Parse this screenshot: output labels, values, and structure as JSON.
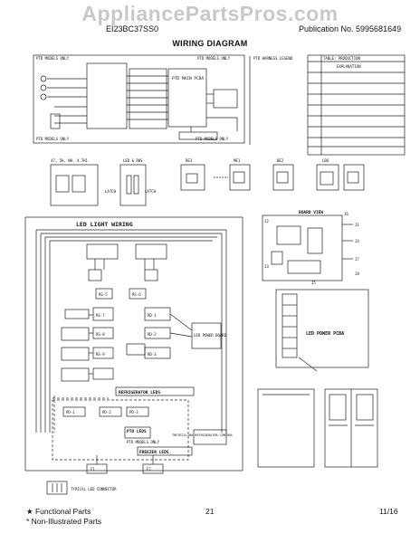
{
  "watermark": "AppliancePartsPros.com",
  "header": {
    "model": "EI23BC37SS0",
    "publication": "Publication No. 5995681649"
  },
  "title": "WIRING DIAGRAM",
  "top_diagram": {
    "zone_left_top": "PTD MODELS ONLY",
    "zone_right_top": "PTD MODELS ONLY",
    "zone_left_bottom": "PTD MODELS ONLY",
    "zone_right_bottom": "PTD MODELS ONLY",
    "board": "PTD MAIN PCBA",
    "cb_title": "PTD HARNESS LEGEND",
    "cb_header_1": "TABLE: PRODUCTION",
    "cb_header_2": "EXPLANATION"
  },
  "connectors": {
    "c1": "47, 5H, NH, 4.7H1",
    "c2": "LED & RHS",
    "c3": "RE3",
    "c4": "ME1",
    "c5": "BE2",
    "c6": "LB6",
    "latch": "LATCH",
    "latch2": "LATCH"
  },
  "led_wiring": {
    "title": "LED LIGHT WIRING",
    "refrigerator": "REFRIGERATOR LEDS",
    "pto": "PTO LEDS",
    "pto_note": "PTO MODELS ONLY",
    "freezer": "FREEZER LEDS",
    "typical": "TYPICAL LED CONNECTOR",
    "refrig_control": "TRFZE23+180 REFRIGERATOR CONTROL",
    "led_power_label": "LED POWER BOARD",
    "modules": [
      "RS-5",
      "RS-6",
      "RS-7",
      "RS-8",
      "RS-9",
      "RD-1",
      "RD-2",
      "RD-3",
      "PD-1",
      "PD-2",
      "PD-3",
      "F1",
      "F2"
    ]
  },
  "board_view": {
    "title": "BOARD VIEW",
    "led_power": "LED POWER PCBA",
    "pins": [
      "J1",
      "J2",
      "J3",
      "J4",
      "J5",
      "J6",
      "J7",
      "J8"
    ]
  },
  "footer": {
    "functional": "★ Functional Parts",
    "non_illustrated": "* Non-Illustrated Parts",
    "page": "21",
    "date": "11/16"
  }
}
